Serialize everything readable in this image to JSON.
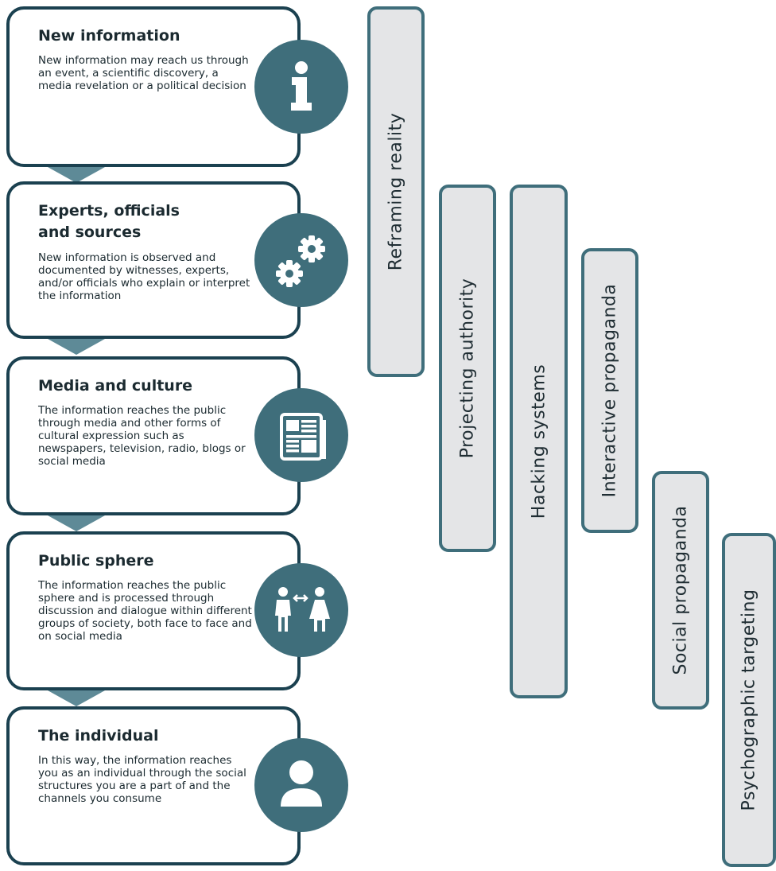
{
  "steps": [
    {
      "title": "New information",
      "body": "New information may reach us through an event, a scientific discovery, a media revelation or a political decision",
      "icon": "info-icon"
    },
    {
      "title": "Experts, officials and sources",
      "body": "New information is observed and documented by witnesses, experts, and/or officials who explain or interpret the information",
      "icon": "gears-icon"
    },
    {
      "title": "Media and culture",
      "body": "The information reaches the public through media and other forms of cultural expression such as newspapers, television, radio, blogs or social media",
      "icon": "newspaper-icon"
    },
    {
      "title": "Public sphere",
      "body": "The information reaches the public sphere and is processed through discussion and dialogue within different groups of society, both face to face and on social media",
      "icon": "people-exchange-icon"
    },
    {
      "title": "The individual",
      "body": "In this way, the information reaches you as an individual through the social structures you are a part of and the channels you consume",
      "icon": "person-icon"
    }
  ],
  "techniques": [
    "Reframing reality",
    "Projecting authority",
    "Hacking systems",
    "Interactive propaganda",
    "Social propaganda",
    "Psychographic targeting"
  ],
  "colors": {
    "card_border": "#1b4150",
    "icon_circle": "#3f6e7b",
    "connector": "#5e8a97",
    "pill_fill": "#e4e5e7",
    "pill_border": "#3f6e7b"
  }
}
